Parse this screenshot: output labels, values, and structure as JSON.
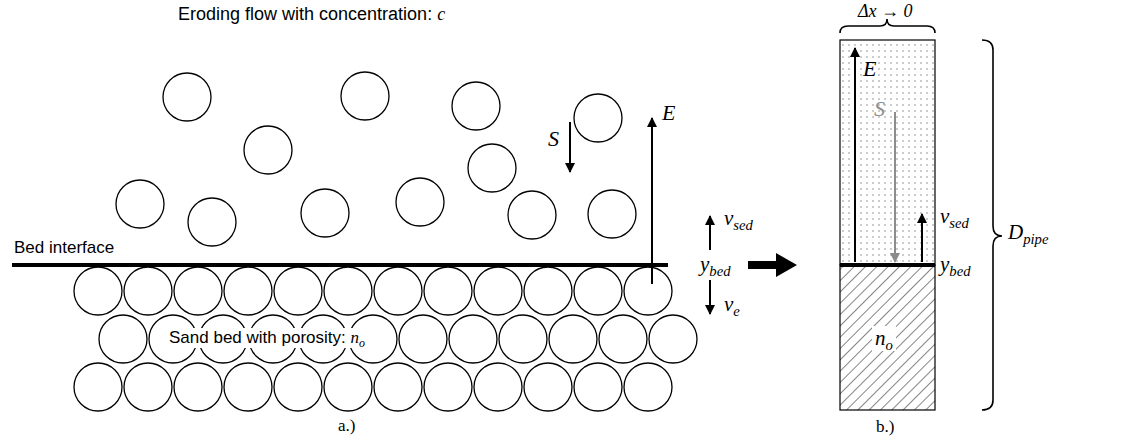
{
  "diagram": {
    "labels": [
      "Eroding flow with concentration: c",
      "S",
      "E",
      "vsed",
      "ybed",
      "ve",
      "Bed interface",
      "Sand bed with porosity: no",
      "a.)",
      "Δx → 0",
      "E",
      "S",
      "vsed",
      "ybed",
      "no",
      "Dpipe",
      "b.)"
    ]
  }
}
